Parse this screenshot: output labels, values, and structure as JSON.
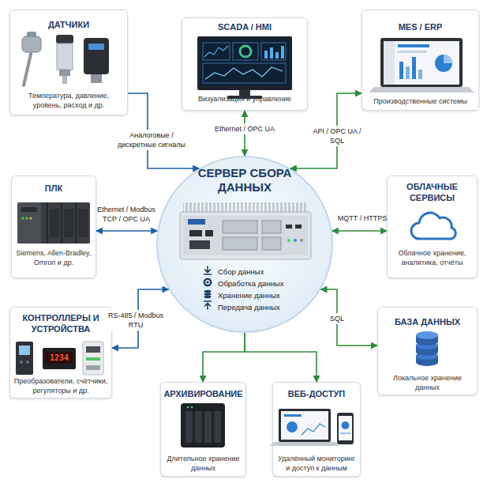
{
  "diagram": {
    "nodes": [
      {
        "text": [
          "ДАТЧИКИ",
          "Температура, давление, уровень, расход и др."
        ]
      },
      {
        "text": [
          "SCADA / HMI",
          "Визуализация и управление"
        ]
      },
      {
        "text": [
          "MES / ERP",
          "Производственные системы"
        ]
      },
      {
        "text": [
          "ПЛК",
          "Siemens, Allen-Bradley, Omron и др."
        ]
      },
      {
        "text": [
          "СЕРВЕР СБОРА ДАННЫХ",
          "Сбор данных",
          "Обработка данных",
          "Хранение данных",
          "Передача данных"
        ]
      },
      {
        "text": [
          "ОБЛАЧНЫЕ СЕРВИСЫ",
          "Облачное хранение, аналитика, отчёты"
        ]
      },
      {
        "text": [
          "КОНТРОЛЛЕРЫ И УСТРОЙСТВА",
          "Преобразователи, счётчики, регуляторы и др."
        ]
      },
      {
        "text": [
          "БАЗА ДАННЫХ",
          "Локальное хранение данных"
        ]
      },
      {
        "text": [
          "АРХИВИРОВАНИЕ",
          "Длительное хранение данных"
        ]
      },
      {
        "text": [
          "ВЕБ-ДОСТУП",
          "Удалённый мониторинг и доступ к данным"
        ]
      }
    ],
    "edges": [
      {
        "from": 0,
        "to": 4,
        "label": "Аналоговые / дискретные сигналы",
        "arrow": "to"
      },
      {
        "from": 1,
        "to": 4,
        "label": "Ethernet / OPC UA",
        "arrow": "both"
      },
      {
        "from": 2,
        "to": 4,
        "label": "API / OPC UA / SQL",
        "arrow": "both"
      },
      {
        "from": 3,
        "to": 4,
        "label": "Ethernet / Modbus TCP / OPC UA",
        "arrow": "both"
      },
      {
        "from": 5,
        "to": 4,
        "label": "MQTT / HTTPS",
        "arrow": "both"
      },
      {
        "from": 6,
        "to": 4,
        "label": "RS-485 / Modbus RTU",
        "arrow": "both"
      },
      {
        "from": 7,
        "to": 4,
        "label": "SQL",
        "arrow": "both"
      },
      {
        "from": 4,
        "to": 8,
        "arrow": "to"
      },
      {
        "from": 4,
        "to": 9,
        "arrow": "to"
      }
    ],
    "labels": [
      "1234"
    ]
  }
}
